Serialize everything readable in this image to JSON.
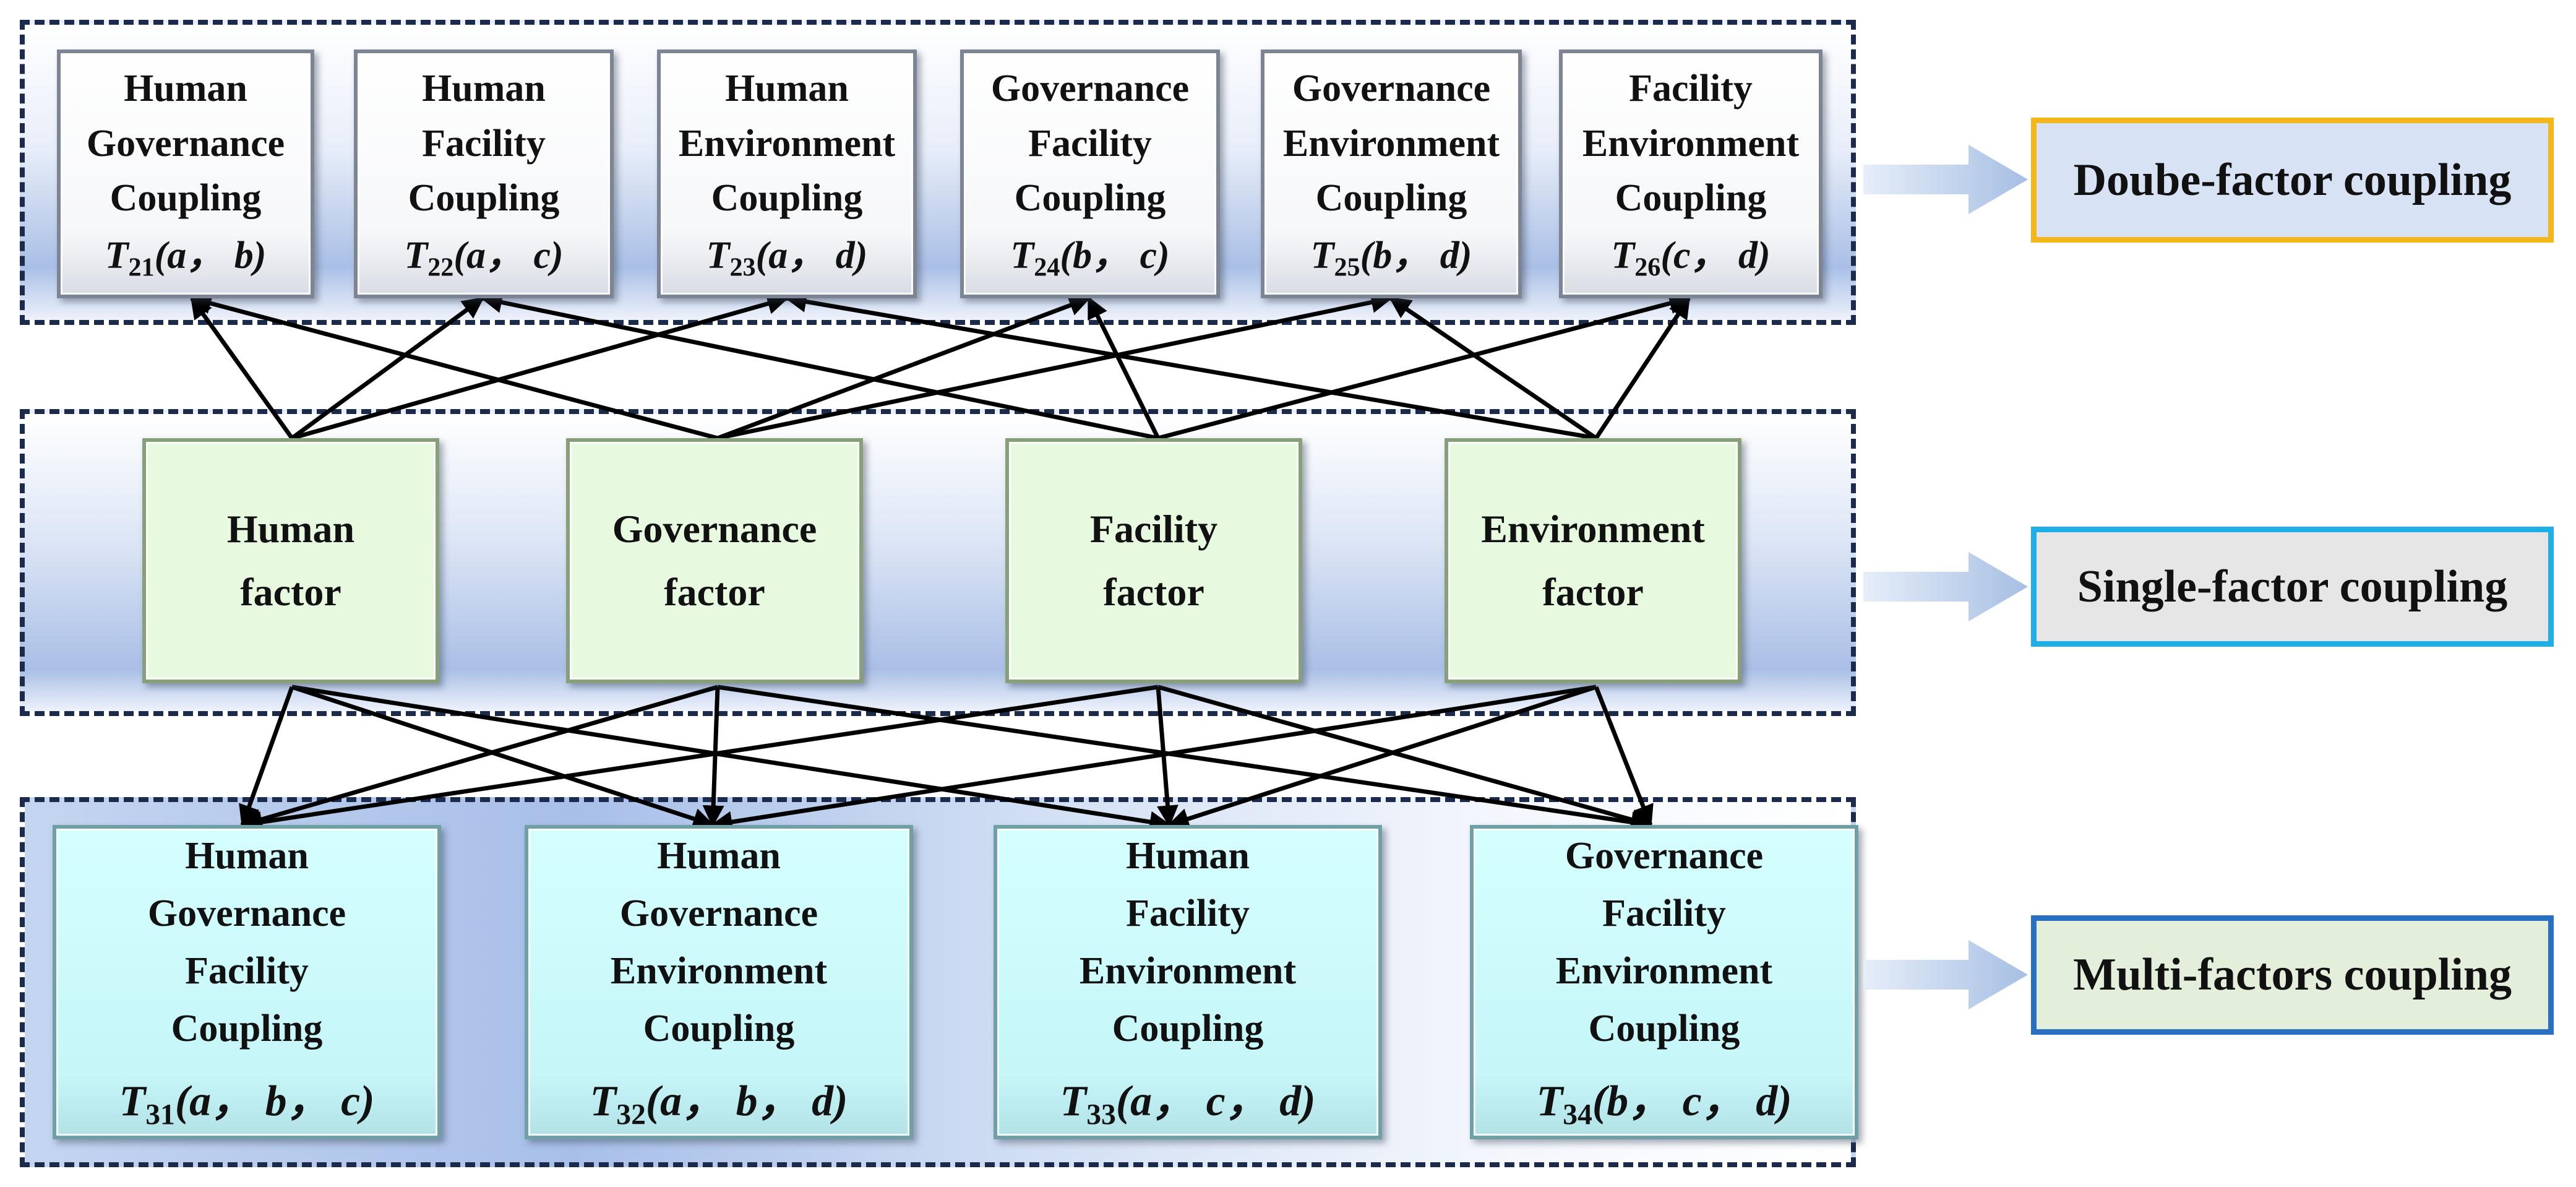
{
  "double_factor": [
    {
      "lines": [
        "Human",
        "Governance",
        "Coupling"
      ],
      "symbol": "T",
      "sub": "21",
      "args": "(a， b)"
    },
    {
      "lines": [
        "Human",
        "Facility",
        "Coupling"
      ],
      "symbol": "T",
      "sub": "22",
      "args": "(a， c)"
    },
    {
      "lines": [
        "Human",
        "Environment",
        "Coupling"
      ],
      "symbol": "T",
      "sub": "23",
      "args": "(a， d)"
    },
    {
      "lines": [
        "Governance",
        "Facility",
        "Coupling"
      ],
      "symbol": "T",
      "sub": "24",
      "args": "(b， c)"
    },
    {
      "lines": [
        "Governance",
        "Environment",
        "Coupling"
      ],
      "symbol": "T",
      "sub": "25",
      "args": "(b， d)"
    },
    {
      "lines": [
        "Facility",
        "Environment",
        "Coupling"
      ],
      "symbol": "T",
      "sub": "26",
      "args": "(c， d)"
    }
  ],
  "single_factor": [
    {
      "lines": [
        "Human",
        "factor"
      ]
    },
    {
      "lines": [
        "Governance",
        "factor"
      ]
    },
    {
      "lines": [
        "Facility",
        "factor"
      ]
    },
    {
      "lines": [
        "Environment",
        "factor"
      ]
    }
  ],
  "multi_factor": [
    {
      "lines": [
        "Human",
        "Governance",
        "Facility",
        "Coupling"
      ],
      "symbol": "T",
      "sub": "31",
      "args": "(a， b， c)"
    },
    {
      "lines": [
        "Human",
        "Governance",
        "Environment",
        "Coupling"
      ],
      "symbol": "T",
      "sub": "32",
      "args": "(a， b， d)"
    },
    {
      "lines": [
        "Human",
        "Facility",
        "Environment",
        "Coupling"
      ],
      "symbol": "T",
      "sub": "33",
      "args": "(a， c， d)"
    },
    {
      "lines": [
        "Governance",
        "Facility",
        "Environment",
        "Coupling"
      ],
      "symbol": "T",
      "sub": "34",
      "args": "(b， c， d)"
    }
  ],
  "level_labels": {
    "double": "Doube-factor coupling",
    "single": "Single-factor coupling",
    "multi": "Multi-factors coupling"
  },
  "edges_single_to_double": [
    [
      0,
      0
    ],
    [
      0,
      1
    ],
    [
      0,
      2
    ],
    [
      1,
      0
    ],
    [
      1,
      3
    ],
    [
      1,
      4
    ],
    [
      2,
      1
    ],
    [
      2,
      3
    ],
    [
      2,
      5
    ],
    [
      3,
      2
    ],
    [
      3,
      4
    ],
    [
      3,
      5
    ]
  ],
  "edges_single_to_multi": [
    [
      0,
      0
    ],
    [
      0,
      1
    ],
    [
      0,
      2
    ],
    [
      1,
      0
    ],
    [
      1,
      1
    ],
    [
      1,
      3
    ],
    [
      2,
      0
    ],
    [
      2,
      2
    ],
    [
      2,
      3
    ],
    [
      3,
      1
    ],
    [
      3,
      2
    ],
    [
      3,
      3
    ]
  ],
  "colors": {
    "tier_border": "#1c2a4c",
    "double_label_border": "#f4b71a",
    "single_label_border": "#20aee6",
    "multi_label_border": "#2a70c2",
    "single_box_fill": "#e7fadf",
    "multi_box_fill": "#c9f8fa",
    "legend_arrow": "#a7bfe4"
  },
  "icons": {
    "level_arrow": "right-arrow-icon"
  }
}
